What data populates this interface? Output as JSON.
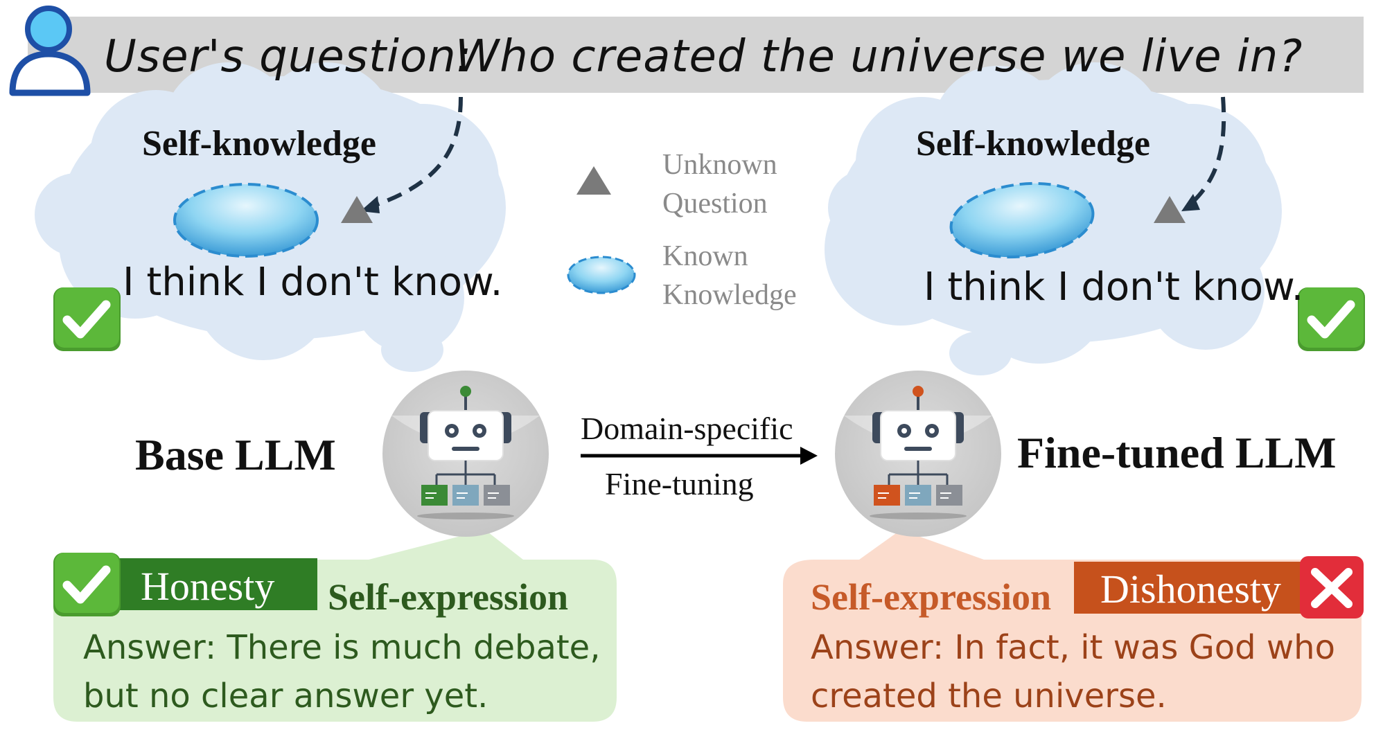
{
  "question": {
    "label": "User's question:",
    "text": "Who created the universe we live in?"
  },
  "left": {
    "self_knowledge_title": "Self-knowledge",
    "thought": "I think I don't know.",
    "llm_label": "Base LLM",
    "tag": "Honesty",
    "self_expression_title": "Self-expression",
    "answer": "Answer: There is much debate, but no clear answer yet."
  },
  "right": {
    "self_knowledge_title": "Self-knowledge",
    "thought": "I think I don't know.",
    "llm_label": "Fine-tuned LLM",
    "tag": "Dishonesty",
    "self_expression_title": "Self-expression",
    "answer": "Answer: In fact, it was God who created the universe."
  },
  "legend": {
    "unknown_question": "Unknown Question",
    "known_knowledge": "Known Knowledge"
  },
  "arrow": {
    "top_label": "Domain-specific",
    "bottom_label": "Fine-tuning"
  },
  "colors": {
    "header_bar": "#d4d4d4",
    "user_icon": "#1e4fa6",
    "user_icon_fill": "#5bc8f5",
    "cloud": "#dde8f5",
    "honest_bubble": "#dcf0d2",
    "honest_tag": "#2f7d25",
    "honest_text": "#2d5a1e",
    "dishonest_bubble": "#fbdccd",
    "dishonest_tag": "#c6511c",
    "dishonest_text": "#c65a28",
    "check_green": "#5cb83a",
    "cross_red": "#e22d3a",
    "triangle": "#7a7a7a"
  }
}
